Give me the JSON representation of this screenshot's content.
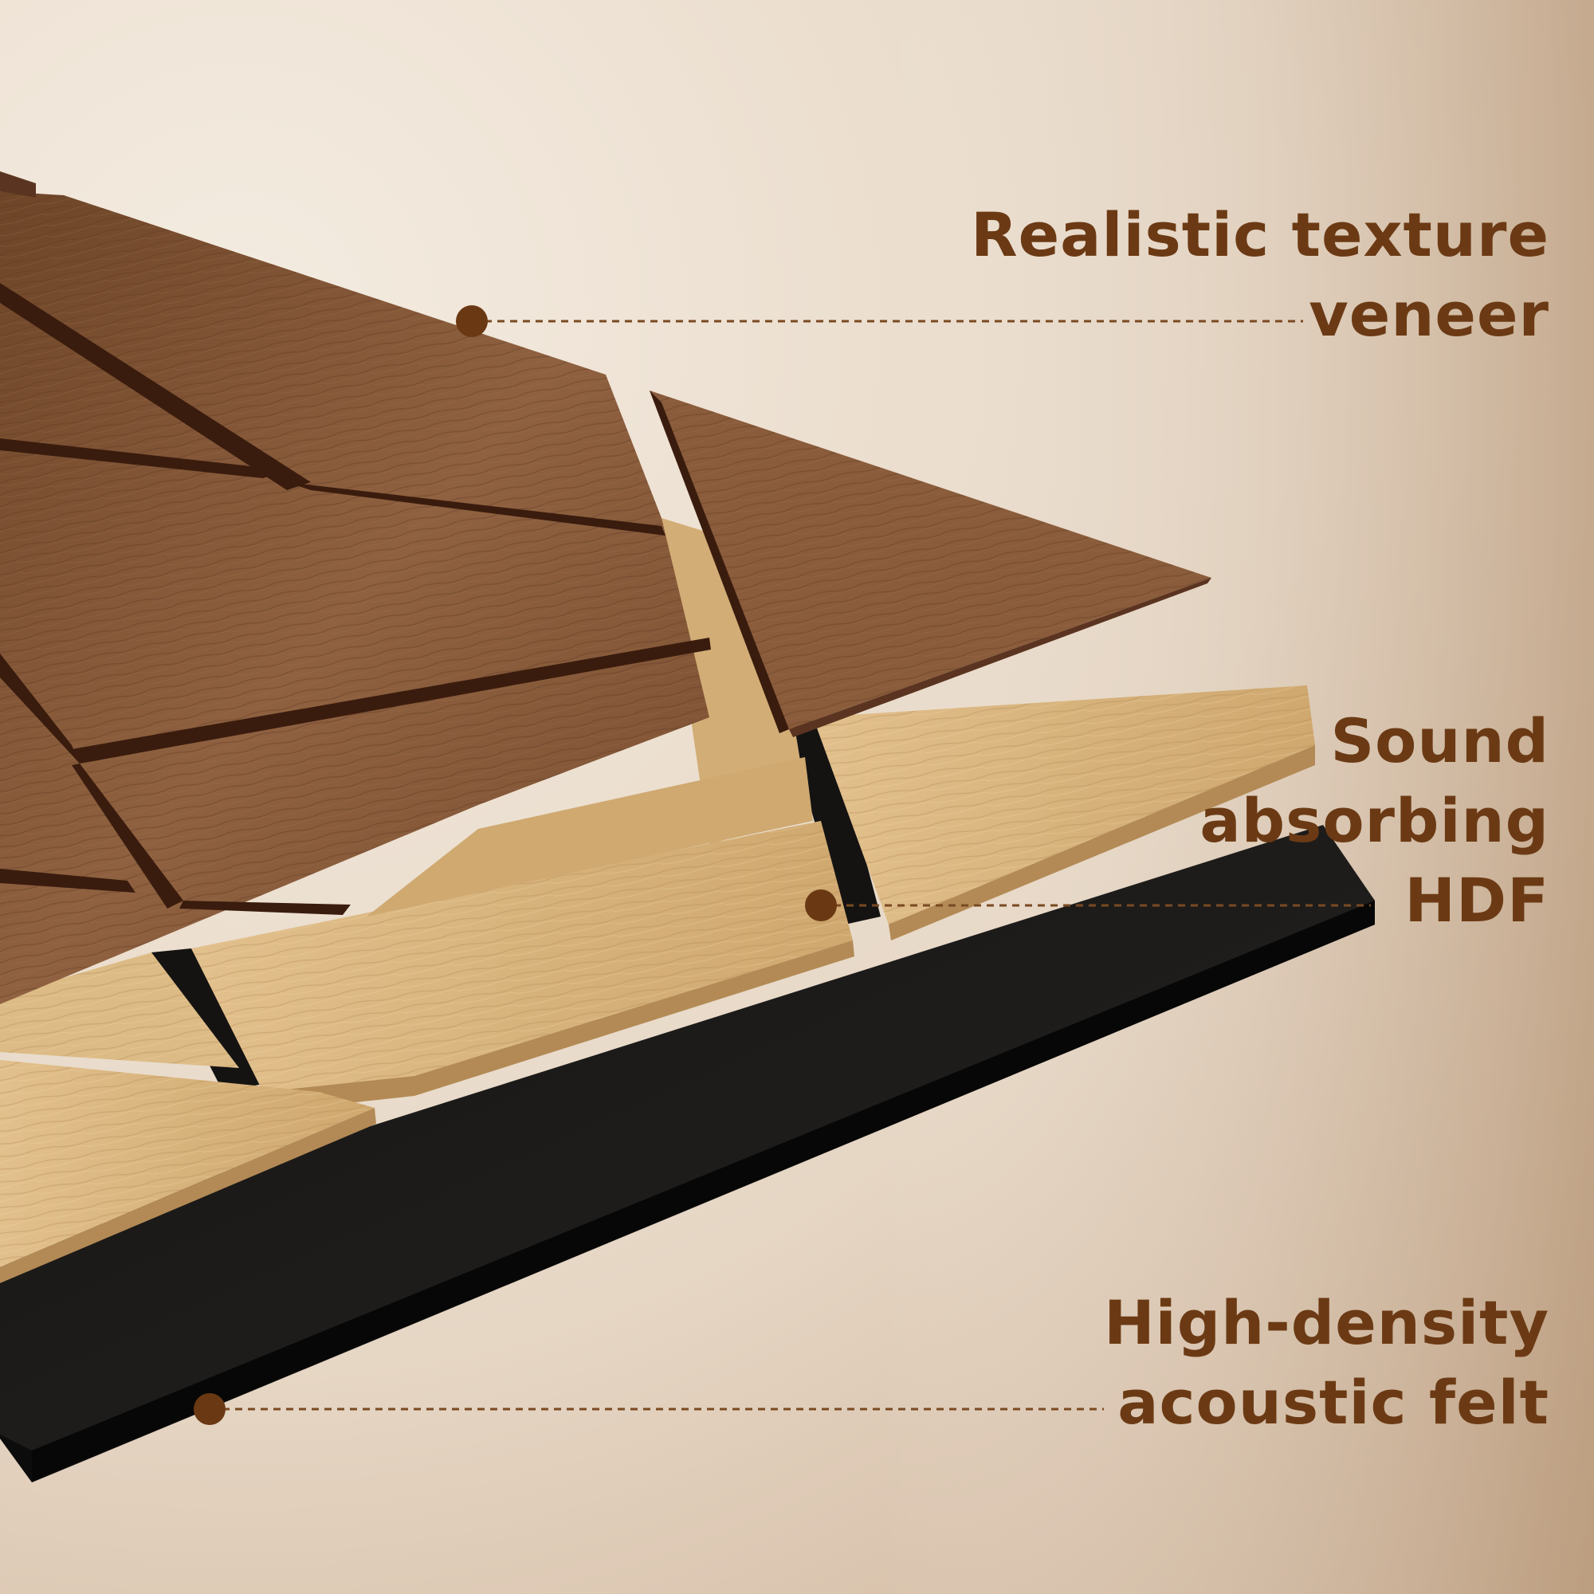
{
  "colors": {
    "label_text": "#6b3a14",
    "marker": "#6a3913",
    "leader_line": "#7a4a22",
    "background_light": "#f1e8dc",
    "background_dark": "#b79a7f",
    "veneer": "#8b5e3c",
    "veneer_dark": "#3d1e10",
    "hdf": "#d8b27a",
    "hdf_edge": "#c29a62",
    "felt": "#1c1b1a"
  },
  "callouts": [
    {
      "id": "veneer",
      "lines": [
        "Realistic texture",
        "veneer"
      ]
    },
    {
      "id": "hdf",
      "lines": [
        "Sound",
        "absorbing",
        "HDF"
      ]
    },
    {
      "id": "felt",
      "lines": [
        "High-density",
        "acoustic felt"
      ]
    }
  ]
}
